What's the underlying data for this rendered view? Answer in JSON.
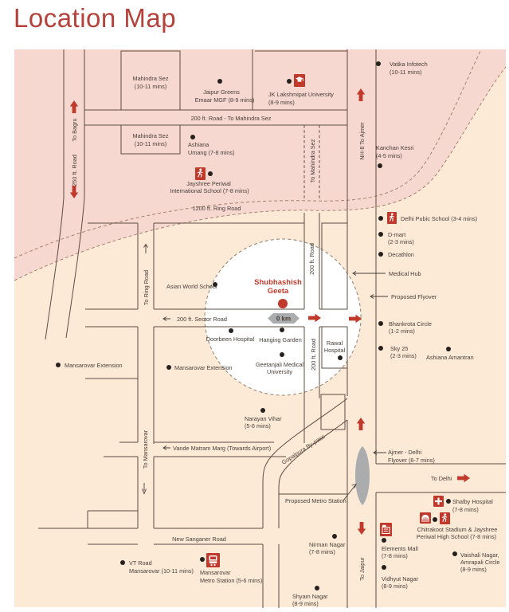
{
  "title": "Location Map",
  "colors": {
    "accent_red": "#b5413a",
    "map_background": "#fcead7",
    "outer_zone_pink": "#f7d8d0",
    "road_line": "#5d4c42",
    "marker_red": "#c0392b",
    "landmark_dot": "#26211e",
    "gray_marker": "#aaacae",
    "circle_fill": "#ffffff"
  },
  "map": {
    "project": {
      "l1": "Shubhashish",
      "l2": "Geeta"
    },
    "roads": {
      "top_200": "200 ft. Road - To Mahindra Sez",
      "to_bagru": "To Bagru",
      "r250": "250 ft. Road",
      "nh8": "NH-8 To Ajmer",
      "to_mahindra": "To Mahindra Sez",
      "ring": "1200 ft. Ring Road",
      "to_ring": "To Ring Road",
      "sector": "200 ft. Sector Road",
      "r200": "200 ft. Road",
      "r200_b": "200 ft. Road",
      "to_mansarovar": "To Mansarovar",
      "vande": "Vande Matram Marg (Towards Airport)",
      "gopalpura": "Gopalpura By-pass",
      "sanganer": "New Sanganer Road",
      "to_jaipur": "To Jaipur",
      "to_delhi": "To Delhi",
      "zero_km": "0 km"
    },
    "notes": {
      "medical_hub": "Medical Hub",
      "proposed_flyover": "Proposed Flyover",
      "proposed_metro": "Proposed Metro Station",
      "ajmer1": "Ajmer - Delhi",
      "ajmer2": "Flyover (6-7 mins)"
    },
    "landmarks": {
      "mahindra1": {
        "l1": "Mahindra Sez",
        "l2": "(10-11 mins)"
      },
      "mahindra2": {
        "l1": "Mahindra Sez",
        "l2": "(10-11 mins)"
      },
      "jaipur_greens": {
        "l1": "Jaipur Greens",
        "l2": "Emaar MGF (8-9 mins)"
      },
      "jk_univ": {
        "l1": "JK Lakshmipat University",
        "l2": "(8-9 mins)"
      },
      "vatika": {
        "l1": "Vatika Infotech",
        "l2": "(10-11 mins)"
      },
      "ashiana_umang": {
        "l1": "Ashiana",
        "l2": "Umang (7-8 mins)"
      },
      "jayshree_intl": {
        "l1": "Jayshree Periwal",
        "l2": "International School (7-8 mins)"
      },
      "kanchan": {
        "l1": "Kanchan Kesri",
        "l2": "(4-5 mins)"
      },
      "delhi_ps": {
        "l1": "Delhi Pubic School (3-4 mins)"
      },
      "dmart": {
        "l1": "D-mart",
        "l2": "(2-3 mins)"
      },
      "decathlon": {
        "l1": "Decathlon"
      },
      "asian_world": {
        "l1": "Asian World School"
      },
      "bhankrota": {
        "l1": "Bhankrota Circle",
        "l2": "(1-2 mins)"
      },
      "sky25": {
        "l1": "Sky 25",
        "l2": "(2-3 mins)"
      },
      "ashiana_amantran": {
        "l1": "Ashiana Amantran"
      },
      "doorbeen": {
        "l1": "Doorbeen Hospital"
      },
      "hanging": {
        "l1": "Hanging Garden"
      },
      "geetanjali": {
        "l1": "Geetanjali Medical",
        "l2": "University"
      },
      "rawal": {
        "l1": "Rawal",
        "l2": "Hospital"
      },
      "mans_ext_l": {
        "l1": "Mansarovar Extension"
      },
      "mans_ext_r": {
        "l1": "Mansarovar Extension"
      },
      "narayan": {
        "l1": "Narayan Vihar",
        "l2": "(5-6 mins)"
      },
      "shalby": {
        "l1": "Shalby Hospital",
        "l2": "(7-8 mins)"
      },
      "chitrakoot": {
        "l1": "Chitrakoot Stadium & Jayshree",
        "l2": "Periwal High School (7-8 mins)"
      },
      "elements": {
        "l1": "Elements Mall",
        "l2": "(7-8 mins)"
      },
      "vaishali": {
        "l1": "Vaishali Nagar,",
        "l2": "Amrapali Circle",
        "l3": "(8-9 mins)"
      },
      "vidhyut": {
        "l1": "Vidhyut Nagar",
        "l2": "(8-9 mins)"
      },
      "nirman": {
        "l1": "Nirman Nagar",
        "l2": "(7-8 mins)"
      },
      "shyam": {
        "l1": "Shyam Nagar",
        "l2": "(8-9 mins)"
      },
      "vt_road": {
        "l1": "VT Road",
        "l2": "Mansarovar (10-11 mins)"
      },
      "mans_metro": {
        "l1": "Mansarovar",
        "l2": "Metro Station (5-6 mins)"
      }
    }
  }
}
